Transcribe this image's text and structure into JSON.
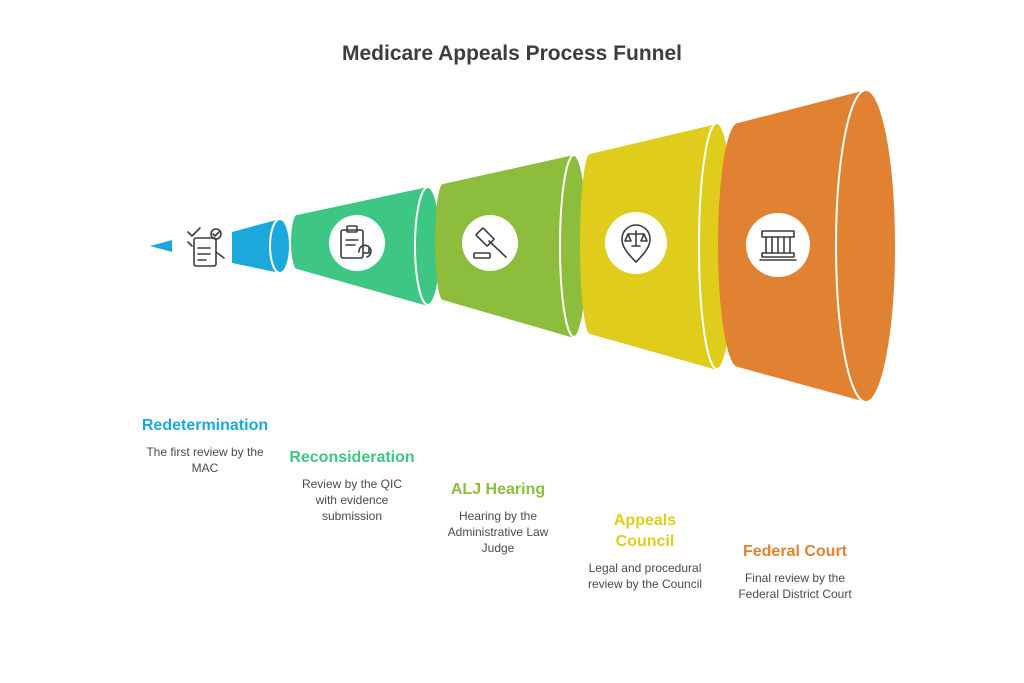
{
  "title": "Medicare Appeals Process Funnel",
  "colors": {
    "redetermination": "#1ba9dc",
    "reconsideration": "#3dc684",
    "alj": "#8cbd3c",
    "council": "#dfcc1b",
    "federal": "#e08232"
  },
  "stages": [
    {
      "title": "Redetermination",
      "description": "The first review by the MAC",
      "icon": "checklist-icon"
    },
    {
      "title": "Reconsideration",
      "description": "Review by the QIC with evidence submission",
      "icon": "clipboard-refresh-icon"
    },
    {
      "title": "ALJ Hearing",
      "description": "Hearing by the Administrative Law Judge",
      "icon": "gavel-icon"
    },
    {
      "title": "Appeals Council",
      "description": "Legal and procedural review by the Council",
      "icon": "scales-pin-icon"
    },
    {
      "title": "Federal Court",
      "description": "Final review by the Federal District Court",
      "icon": "courthouse-icon"
    }
  ]
}
